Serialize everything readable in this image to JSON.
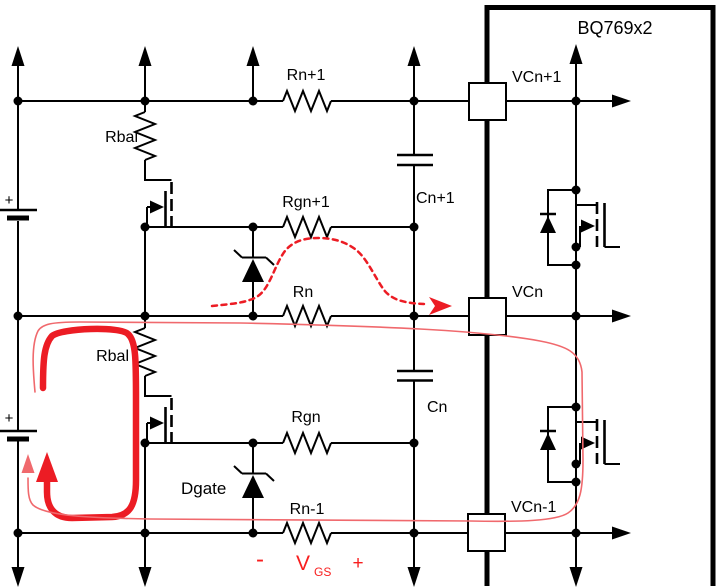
{
  "figure": {
    "chip_name": "BQ769x2",
    "pin_labels": {
      "top": "VCn+1",
      "mid": "VCn",
      "bot": "VCn-1"
    },
    "component_labels": {
      "r_top": "Rn+1",
      "rbal_top": "Rbal",
      "rgn_top": "Rgn+1",
      "c_top": "Cn+1",
      "r_mid": "Rn",
      "rbal_bot": "Rbal",
      "rgn_bot": "Rgn",
      "c_bot": "Cn",
      "d_gate": "Dgate",
      "r_bot": "Rn-1",
      "battery_top_polarity": "+",
      "battery_bot_polarity": "+"
    },
    "vgs_annotation": {
      "minus": "-",
      "symbol": "V",
      "subscript": "GS",
      "plus": "+"
    },
    "colors": {
      "wire": "#000000",
      "balance_current_loop": "#ec1c24",
      "gate_drive_path": "#ec1c24",
      "sense_loop": "#f0696d",
      "vgs_text": "#f81e1e"
    }
  }
}
